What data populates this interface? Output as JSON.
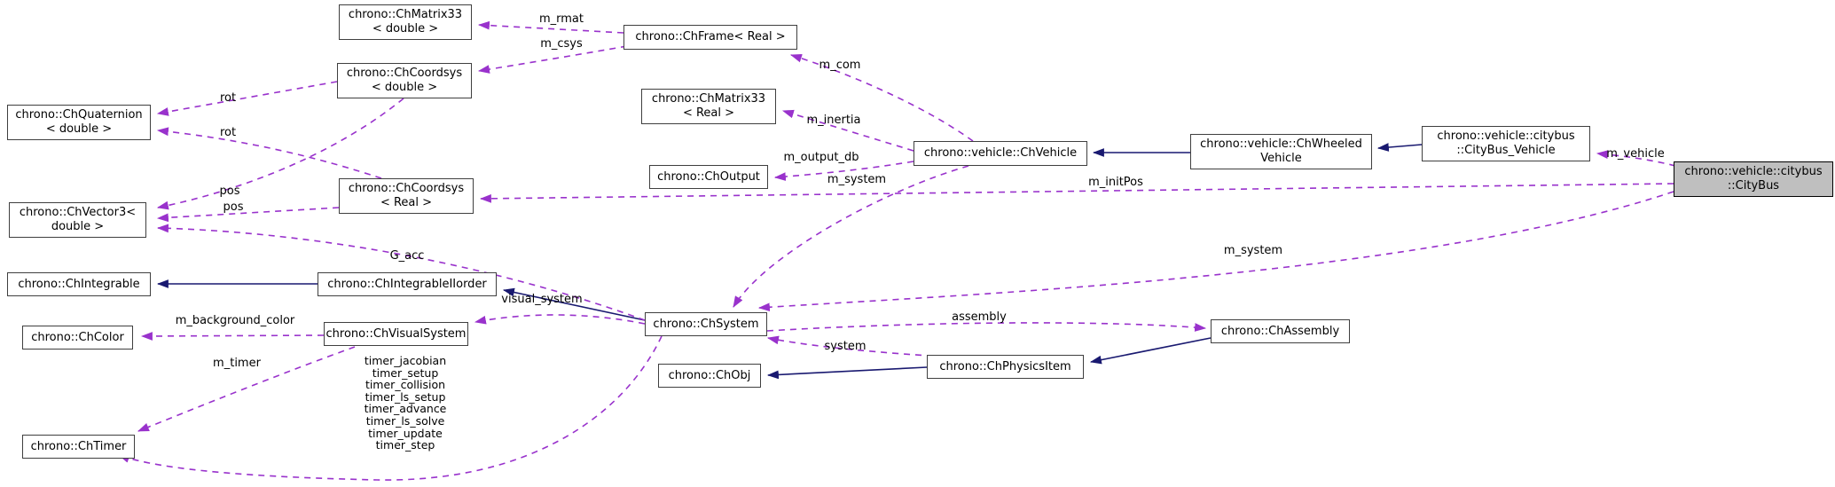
{
  "colors": {
    "usage_edge": "#9932CC",
    "inheritance_edge": "#191970",
    "box_border": "#3f3f3f",
    "highlight_fill": "#bfbfbf",
    "background": "#ffffff"
  },
  "nodes": {
    "matrix_double": {
      "label": "chrono::ChMatrix33\n< double >"
    },
    "coordsys_double": {
      "label": "chrono::ChCoordsys\n< double >"
    },
    "quaternion": {
      "label": "chrono::ChQuaternion\n< double >"
    },
    "frame": {
      "label": "chrono::ChFrame< Real >"
    },
    "matrix_real": {
      "label": "chrono::ChMatrix33\n< Real >"
    },
    "output": {
      "label": "chrono::ChOutput"
    },
    "vehicle": {
      "label": "chrono::vehicle::ChVehicle"
    },
    "wheeled": {
      "label": "chrono::vehicle::ChWheeled\nVehicle"
    },
    "citybus_vehicle": {
      "label": "chrono::vehicle::citybus\n::CityBus_Vehicle"
    },
    "citybus": {
      "label": "chrono::vehicle::citybus\n::CityBus"
    },
    "vector3": {
      "label": "chrono::ChVector3<\ndouble >"
    },
    "coordsys_real": {
      "label": "chrono::ChCoordsys\n< Real >"
    },
    "integrable": {
      "label": "chrono::ChIntegrable"
    },
    "iiorder": {
      "label": "chrono::ChIntegrableIIorder"
    },
    "system": {
      "label": "chrono::ChSystem"
    },
    "color": {
      "label": "chrono::ChColor"
    },
    "visual": {
      "label": "chrono::ChVisualSystem"
    },
    "timer": {
      "label": "chrono::ChTimer"
    },
    "obj": {
      "label": "chrono::ChObj"
    },
    "physics": {
      "label": "chrono::ChPhysicsItem"
    },
    "assembly": {
      "label": "chrono::ChAssembly"
    }
  },
  "edge_labels": {
    "m_rmat": "m_rmat",
    "m_csys": "m_csys",
    "rot1": "rot",
    "rot2": "rot",
    "pos1": "pos",
    "pos2": "pos",
    "g_acc": "G_acc",
    "m_com": "m_com",
    "m_inertia": "m_inertia",
    "m_output_db": "m_output_db",
    "m_system1": "m_system",
    "m_initpos": "m_initPos",
    "m_system2": "m_system",
    "m_vehicle": "m_vehicle",
    "assembly": "assembly",
    "system": "system",
    "visual_system": "visual_system",
    "m_background_color": "m_background_color",
    "m_timer": "m_timer"
  },
  "timer_members": [
    "timer_jacobian",
    "timer_setup",
    "timer_collision",
    "timer_ls_setup",
    "timer_advance",
    "timer_ls_solve",
    "timer_update",
    "timer_step"
  ]
}
